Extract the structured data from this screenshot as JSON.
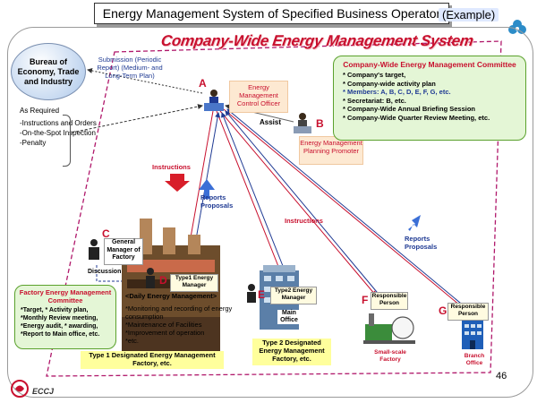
{
  "header": {
    "title": "Energy Management System of Specified Business Operator",
    "example_label": "(Example)"
  },
  "system_title": "Company-Wide Energy Management System",
  "bureau": {
    "name": "Bureau of Economy, Trade and Industry",
    "submission_label": "Submission (Periodic Report) (Medium- and Long-Term Plan)",
    "as_required": "As Required",
    "requirements": [
      "-Instructions and Orders",
      "-On-the-Spot Inspection",
      "-Penalty"
    ]
  },
  "roles": {
    "a_letter": "A",
    "a_label": "Energy Management Control Officer",
    "b_letter": "B",
    "b_label": "Energy Management Planning Promoter",
    "assist": "Assist",
    "c_letter": "C",
    "c_label": "General Manager of Factory",
    "d_letter": "D",
    "d_label": "Type1 Energy Manager",
    "e_letter": "E",
    "e_label": "Type2 Energy Manager",
    "f_letter": "F",
    "f_label": "Responsible Person",
    "g_letter": "G",
    "g_label": "Responsible Person"
  },
  "committee": {
    "title": "Company-Wide Energy Management Committee",
    "items": [
      "Company's target,",
      "Company-wide activity plan",
      "Members: A, B, C, D, E, F, G, etc.",
      "Secretariat: B, etc.",
      "Company-Wide Annual Briefing Session",
      "Company-Wide Quarter Review Meeting, etc."
    ]
  },
  "flows": {
    "instructions_1": "Instructions",
    "reports_1": "Reports Proposals",
    "instructions_2": "Instructions",
    "reports_2": "Reports Proposals",
    "discussion": "Discussion"
  },
  "factory_committee": {
    "title": "Factory Energy Management Committee",
    "lines": [
      "*Target,  * Activity plan,",
      "*Monthly Review meeting,",
      "*Energy audit, * awarding,",
      "*Report to Main office, etc."
    ]
  },
  "daily": {
    "title": "<Daily Energy Management>",
    "items": [
      "*Monitoring and recording of energy consumption",
      "*Maintenance of Facilities",
      "*Improvement of operation",
      "*etc."
    ]
  },
  "sites": {
    "type1": "Type 1 Designated Energy Management Factory, etc.",
    "main_office": "Main Office",
    "type2": "Type 2 Designated Energy Management Factory, etc.",
    "small_factory": "Small-scale Factory",
    "branch": "Branch Office"
  },
  "footer": {
    "logo": "ECCJ",
    "page_number": "46"
  },
  "colors": {
    "accent_red": "#c8102e",
    "link_blue": "#1f3a93",
    "committee_green": "#e4f6d6",
    "highlight_yellow": "#ffff9c"
  }
}
